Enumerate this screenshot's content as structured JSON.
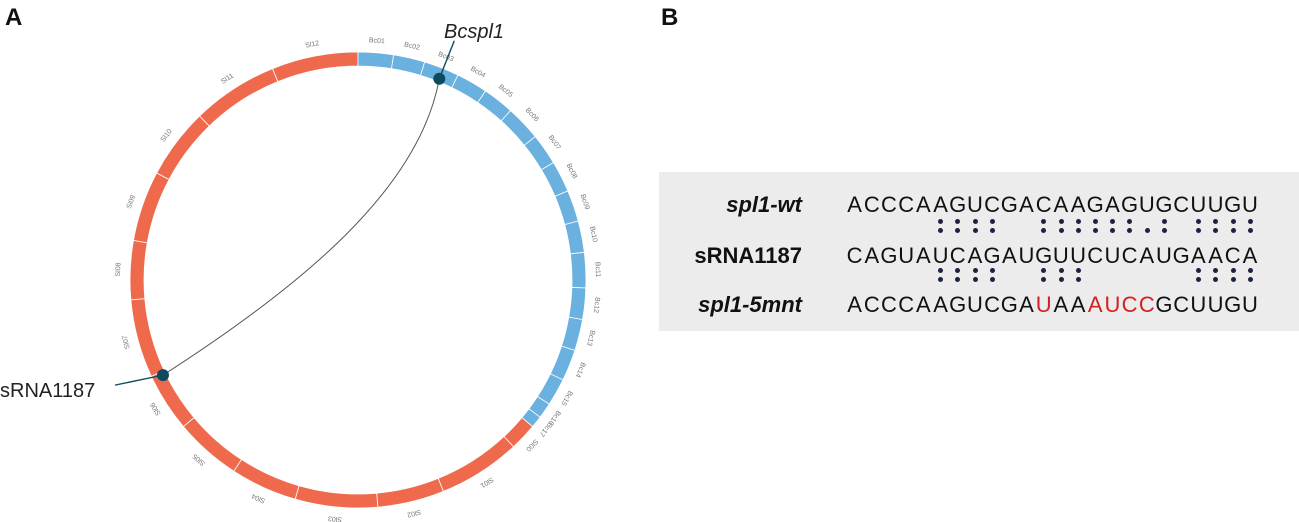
{
  "panels": {
    "a": "A",
    "b": "B"
  },
  "panel_a": {
    "gene_label": "Bcspl1",
    "srna_label": "sRNA1187",
    "colors": {
      "tomato": "#ef6a4c",
      "botrytis": "#6ab1e0",
      "node": "#0e4a5e",
      "link": "#555555"
    },
    "tomato_segments": [
      {
        "label": "Sl00",
        "span": [
          130,
          137
        ]
      },
      {
        "label": "Sl01",
        "span": [
          137,
          158
        ]
      },
      {
        "label": "Sl02",
        "span": [
          158,
          175
        ]
      },
      {
        "label": "Sl03",
        "span": [
          175,
          196
        ]
      },
      {
        "label": "Sl04",
        "span": [
          196,
          213
        ]
      },
      {
        "label": "Sl05",
        "span": [
          213,
          230
        ]
      },
      {
        "label": "Sl06",
        "span": [
          230,
          245
        ]
      },
      {
        "label": "Sl07",
        "span": [
          245,
          265
        ]
      },
      {
        "label": "Sl08",
        "span": [
          265,
          280
        ]
      },
      {
        "label": "Sl09",
        "span": [
          280,
          298
        ]
      },
      {
        "label": "Sl10",
        "span": [
          298,
          316
        ]
      },
      {
        "label": "Sl11",
        "span": [
          316,
          338
        ]
      },
      {
        "label": "Sl12",
        "span": [
          338,
          360
        ]
      }
    ],
    "botrytis_segments": [
      {
        "label": "Bc01",
        "span": [
          0,
          9
        ]
      },
      {
        "label": "Bc02",
        "span": [
          9,
          17
        ]
      },
      {
        "label": "Bc03",
        "span": [
          17,
          26
        ]
      },
      {
        "label": "Bc04",
        "span": [
          26,
          34
        ]
      },
      {
        "label": "Bc05",
        "span": [
          34,
          42
        ]
      },
      {
        "label": "Bc06",
        "span": [
          42,
          51
        ]
      },
      {
        "label": "Bc07",
        "span": [
          51,
          59
        ]
      },
      {
        "label": "Bc08",
        "span": [
          59,
          67
        ]
      },
      {
        "label": "Bc09",
        "span": [
          67,
          75
        ]
      },
      {
        "label": "Bc10",
        "span": [
          75,
          83
        ]
      },
      {
        "label": "Bc11",
        "span": [
          83,
          92
        ]
      },
      {
        "label": "Bc12",
        "span": [
          92,
          100
        ]
      },
      {
        "label": "Bc13",
        "span": [
          100,
          108
        ]
      },
      {
        "label": "Bc14",
        "span": [
          108,
          116
        ]
      },
      {
        "label": "Bc15",
        "span": [
          116,
          123
        ]
      },
      {
        "label": "Bc16",
        "span": [
          123,
          127
        ]
      },
      {
        "label": "Bc17",
        "span": [
          127,
          130
        ]
      }
    ],
    "link": {
      "from_angle": 22,
      "to_angle": 244
    }
  },
  "panel_b": {
    "rows": [
      {
        "label": "spl1-wt",
        "italic": true,
        "seq": "ACCCAAGUCGACAAGAGUGCUUGU",
        "mutations": []
      },
      {
        "label": "sRNA1187",
        "italic": false,
        "seq": "CAGUAUCAGAUGUUCUCAUGAACA",
        "mutations": []
      },
      {
        "label": "spl1-5mnt",
        "italic": true,
        "seq": "ACCCAAGUCGAUAAAUCCGCUUGU",
        "mutations": [
          11,
          14,
          15,
          16,
          17
        ]
      }
    ],
    "pairing_1": [
      0,
      0,
      0,
      0,
      0,
      1,
      1,
      1,
      1,
      0,
      0,
      1,
      1,
      1,
      1,
      1,
      1,
      2,
      1,
      0,
      1,
      1,
      1,
      1
    ],
    "pairing_2": [
      0,
      0,
      0,
      0,
      0,
      1,
      1,
      1,
      1,
      0,
      0,
      1,
      1,
      1,
      0,
      0,
      0,
      0,
      0,
      0,
      1,
      1,
      1,
      1
    ],
    "mutation_color": "#d32121"
  }
}
